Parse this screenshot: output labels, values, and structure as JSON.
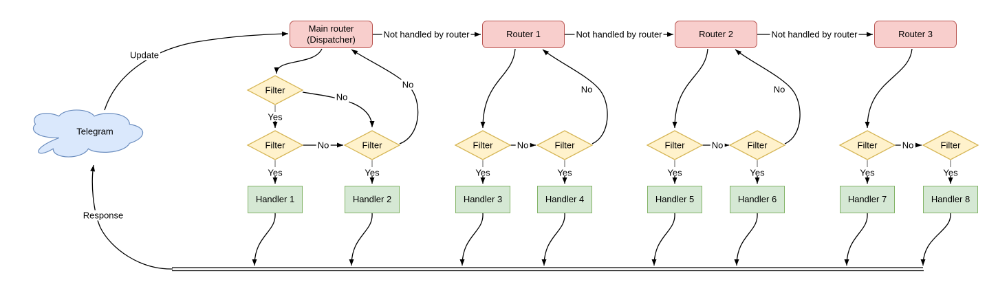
{
  "cloud_label": "Telegram",
  "main_router": {
    "line1": "Main router",
    "line2": "(Dispatcher)"
  },
  "routers": [
    "Router 1",
    "Router 2",
    "Router 3"
  ],
  "filters": [
    "Filter",
    "Filter",
    "Filter",
    "Filter",
    "Filter",
    "Filter",
    "Filter",
    "Filter",
    "Filter"
  ],
  "handlers": [
    "Handler 1",
    "Handler 2",
    "Handler 3",
    "Handler 4",
    "Handler 5",
    "Handler 6",
    "Handler 7",
    "Handler 8"
  ],
  "edge_labels": {
    "update": "Update",
    "response": "Response",
    "not_handled": "Not handled by router",
    "yes": "Yes",
    "no": "No"
  },
  "colors": {
    "cloud_fill": "#dae8fc",
    "cloud_stroke": "#6c8ebf",
    "router_fill": "#f8cecc",
    "router_stroke": "#b85450",
    "filter_fill": "#fff2cc",
    "filter_stroke": "#d6b656",
    "handler_fill": "#d5e8d4",
    "handler_stroke": "#82b366",
    "edge": "#000000",
    "stub": "#999999"
  }
}
